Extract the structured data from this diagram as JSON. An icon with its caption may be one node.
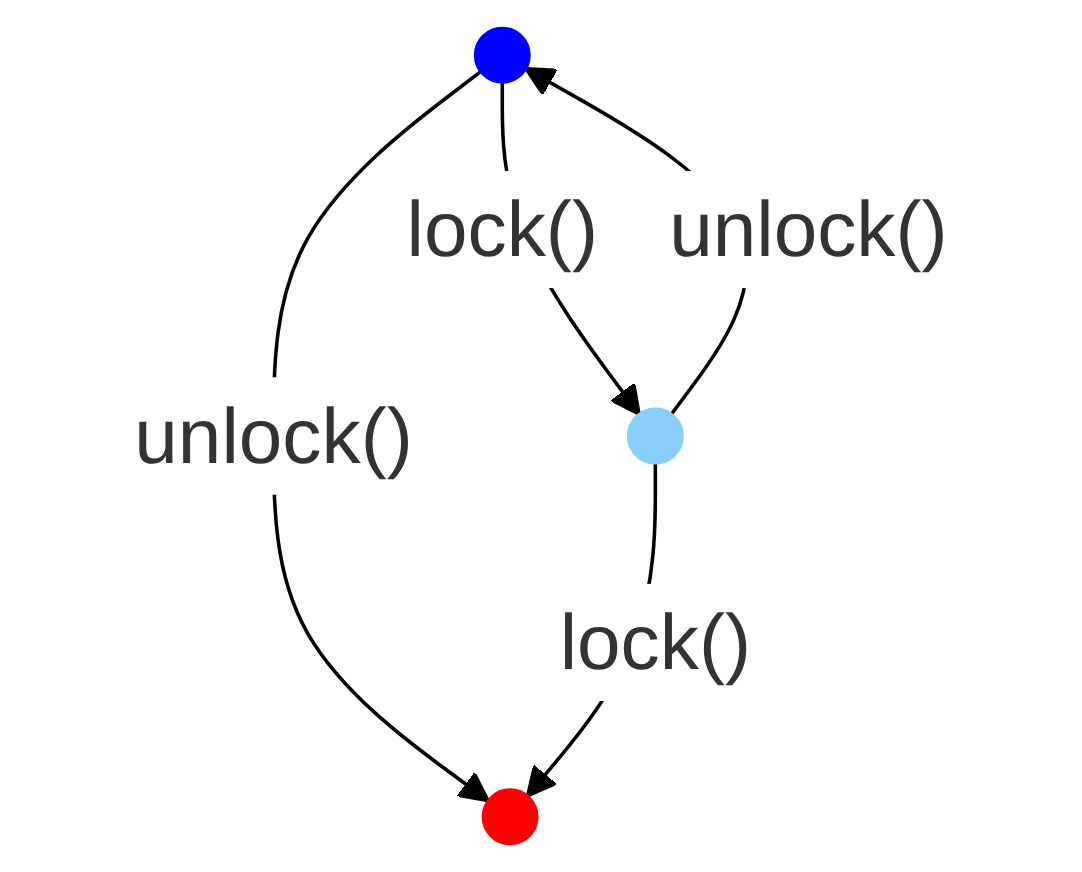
{
  "diagram": {
    "nodes": [
      {
        "text": [],
        "shape": "circle"
      },
      {
        "text": [],
        "shape": "circle"
      },
      {
        "text": [],
        "shape": "circle"
      }
    ],
    "edges": [
      {
        "from": 0,
        "to": 1,
        "arrow": "to",
        "label": "lock()"
      },
      {
        "from": 1,
        "to": 0,
        "arrow": "to",
        "label": "unlock()"
      },
      {
        "from": 0,
        "to": 2,
        "arrow": "to",
        "label": "unlock()"
      },
      {
        "from": 1,
        "to": 2,
        "arrow": "to",
        "label": "lock()"
      }
    ]
  }
}
